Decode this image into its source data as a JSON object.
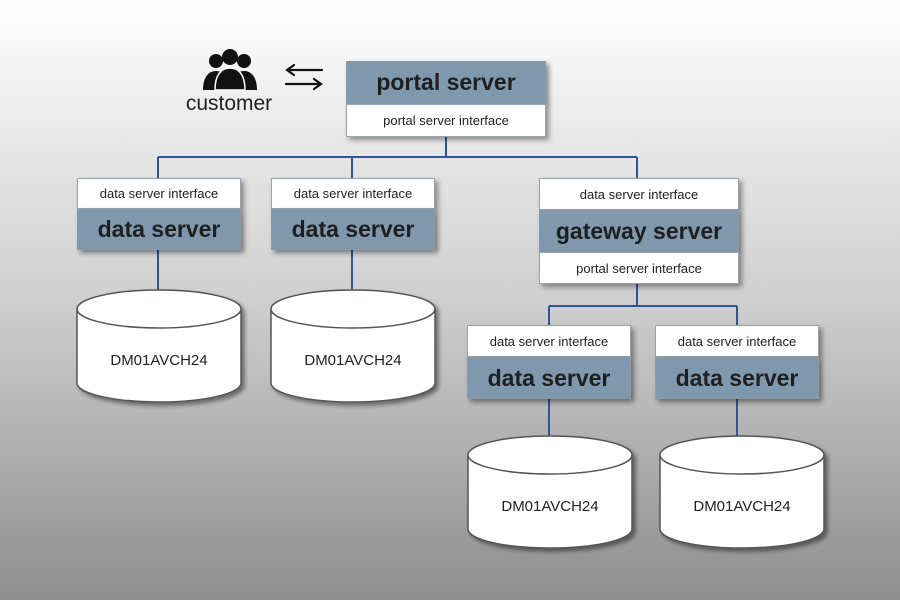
{
  "customer": {
    "label": "customer",
    "icon": "people-icon",
    "arrow_icon": "bidirectional-arrows-icon"
  },
  "portal": {
    "title": "portal server",
    "interface": "portal server interface"
  },
  "data_servers_left": [
    {
      "interface": "data server interface",
      "title": "data server",
      "db_label": "DM01AVCH24"
    },
    {
      "interface": "data server interface",
      "title": "data server",
      "db_label": "DM01AVCH24"
    }
  ],
  "gateway": {
    "top_interface": "data server interface",
    "title": "gateway server",
    "bottom_interface": "portal server interface"
  },
  "data_servers_right": [
    {
      "interface": "data server interface",
      "title": "data server",
      "db_label": "DM01AVCH24"
    },
    {
      "interface": "data server interface",
      "title": "data server",
      "db_label": "DM01AVCH24"
    }
  ],
  "colors": {
    "server_fill": "#7f98ad",
    "connector": "#2f5597"
  }
}
